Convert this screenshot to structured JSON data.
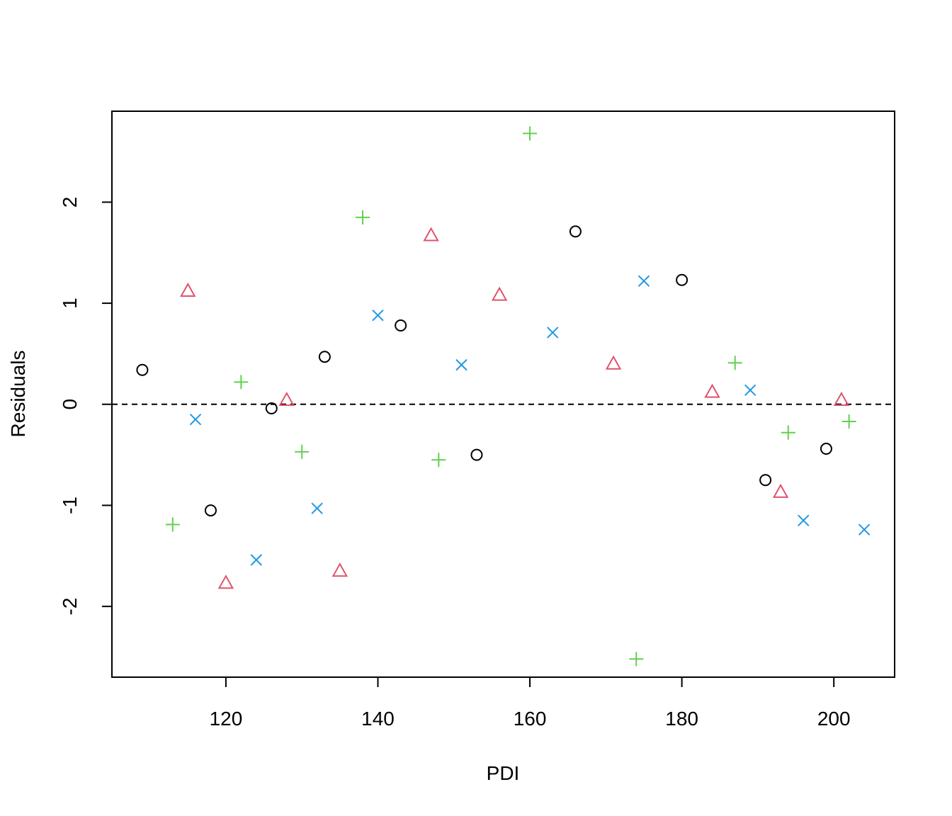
{
  "chart_data": {
    "type": "scatter",
    "title": "",
    "xlabel": "PDI",
    "ylabel": "Residuals",
    "xlim": [
      105,
      208
    ],
    "ylim": [
      -2.7,
      2.9
    ],
    "xticks": [
      120,
      140,
      160,
      180,
      200
    ],
    "yticks": [
      -2,
      -1,
      0,
      1,
      2
    ],
    "grid": false,
    "legend": "none",
    "reference_line": {
      "y": 0,
      "style": "dashed",
      "color": "#000000"
    },
    "series": [
      {
        "marker": "circle",
        "color": "#000000",
        "points": [
          [
            109,
            0.34
          ],
          [
            118,
            -1.05
          ],
          [
            126,
            -0.04
          ],
          [
            133,
            0.47
          ],
          [
            143,
            0.78
          ],
          [
            153,
            -0.5
          ],
          [
            166,
            1.71
          ],
          [
            180,
            1.23
          ],
          [
            191,
            -0.75
          ],
          [
            199,
            -0.44
          ]
        ]
      },
      {
        "marker": "triangle",
        "color": "#DF536B",
        "points": [
          [
            115,
            1.12
          ],
          [
            120,
            -1.77
          ],
          [
            128,
            0.04
          ],
          [
            135,
            -1.65
          ],
          [
            147,
            1.67
          ],
          [
            156,
            1.08
          ],
          [
            171,
            0.4
          ],
          [
            184,
            0.12
          ],
          [
            193,
            -0.87
          ],
          [
            201,
            0.04
          ]
        ]
      },
      {
        "marker": "plus",
        "color": "#61D04F",
        "points": [
          [
            113,
            -1.19
          ],
          [
            122,
            0.22
          ],
          [
            130,
            -0.47
          ],
          [
            138,
            1.85
          ],
          [
            148,
            -0.55
          ],
          [
            160,
            2.68
          ],
          [
            174,
            -2.52
          ],
          [
            187,
            0.41
          ],
          [
            194,
            -0.28
          ],
          [
            202,
            -0.17
          ]
        ]
      },
      {
        "marker": "cross",
        "color": "#2297E6",
        "points": [
          [
            116,
            -0.15
          ],
          [
            124,
            -1.54
          ],
          [
            132,
            -1.03
          ],
          [
            140,
            0.88
          ],
          [
            151,
            0.39
          ],
          [
            163,
            0.71
          ],
          [
            175,
            1.22
          ],
          [
            189,
            0.14
          ],
          [
            196,
            -1.15
          ],
          [
            204,
            -1.24
          ]
        ]
      }
    ]
  }
}
